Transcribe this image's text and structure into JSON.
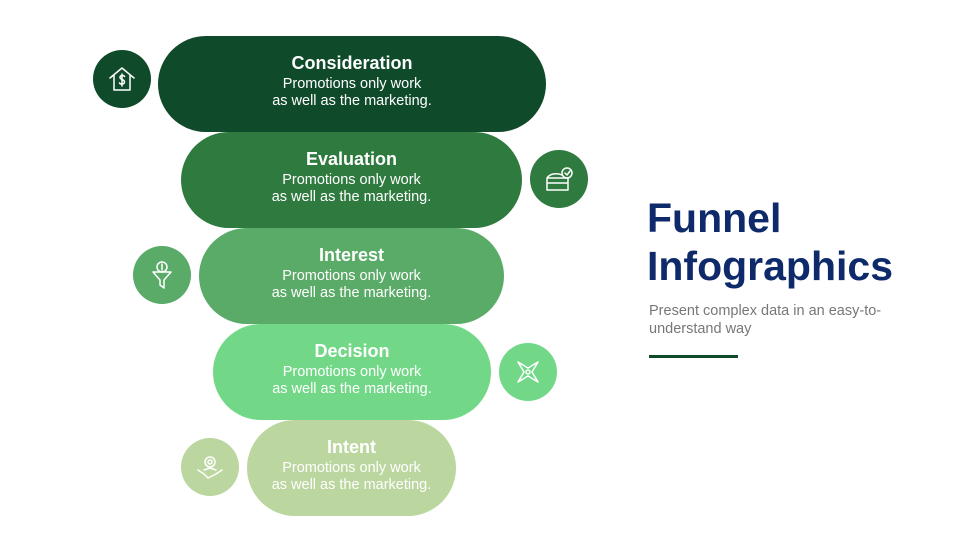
{
  "title": {
    "line1": "Funnel",
    "line2": "Infographics"
  },
  "subtitle": "Present complex data in an easy-to-understand way",
  "stages": [
    {
      "heading": "Consideration",
      "line1": "Promotions only work",
      "line2": "as well as the marketing.",
      "color": "#0f4a2a",
      "icon": "house-dollar-icon"
    },
    {
      "heading": "Evaluation",
      "line1": "Promotions only work",
      "line2": "as well as the marketing.",
      "color": "#2f7a3f",
      "icon": "cake-clock-icon"
    },
    {
      "heading": "Interest",
      "line1": "Promotions only work",
      "line2": "as well as the marketing.",
      "color": "#5aaa68",
      "icon": "funnel-dollar-icon"
    },
    {
      "heading": "Decision",
      "line1": "Promotions only work",
      "line2": "as well as the marketing.",
      "color": "#72d887",
      "icon": "shuriken-icon"
    },
    {
      "heading": "Intent",
      "line1": "Promotions only work",
      "line2": "as well as the marketing.",
      "color": "#bcd6a0",
      "icon": "handshake-gear-icon"
    }
  ]
}
